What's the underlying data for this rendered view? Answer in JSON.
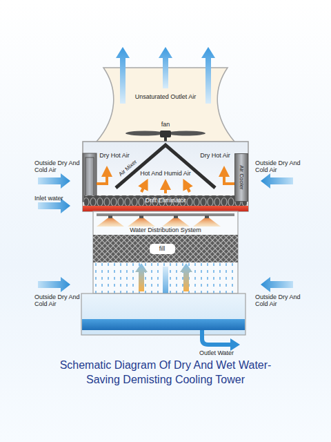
{
  "diagram": {
    "title": "Schematic Diagram Of Dry And Wet Water-Saving Demisting Cooling Tower",
    "nodes": [
      {
        "text": [
          "Air Cooler"
        ]
      },
      {
        "text": [
          "fill"
        ]
      }
    ],
    "labels": [
      "Unsaturated Outlet Air",
      "fan",
      "Outside Dry And Cold Air",
      "Dry Hot Air",
      "Air Mixer",
      "Dry Hot Air",
      "Outside Dry And Cold Air",
      "Hot And Humid Air",
      "Inlet water",
      "Drift Eliminator",
      "Water Distribution System",
      "Outside Dry And Cold Air",
      "Outside Dry And Cold Air",
      "Outlet Water"
    ]
  }
}
